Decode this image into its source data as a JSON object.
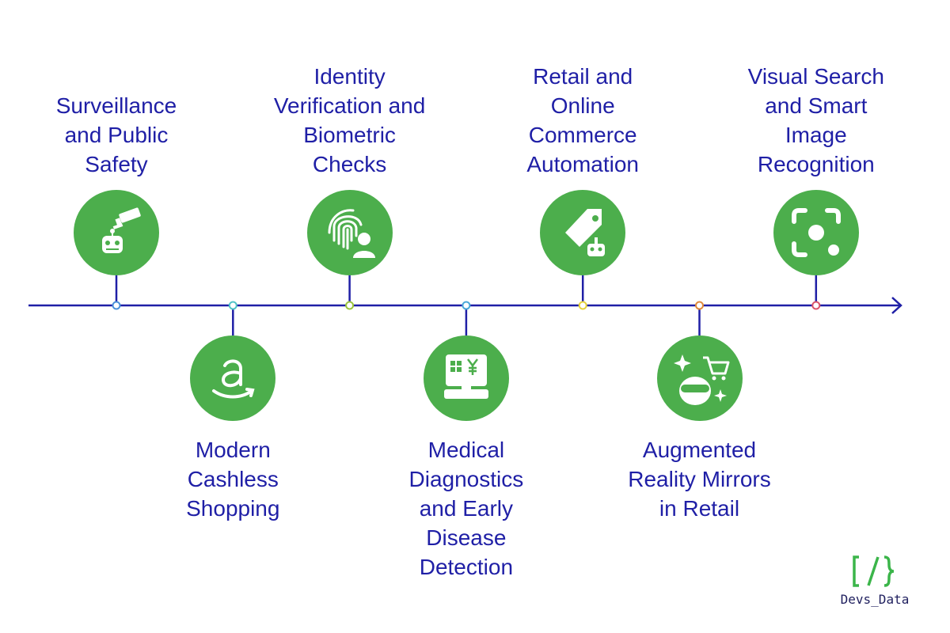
{
  "colors": {
    "line": "#1f1fa6",
    "circle": "#4cae4c",
    "text": "#1f1fa6",
    "logo_green": "#3bb54a",
    "logo_text": "#1f1f5e"
  },
  "milestones": [
    {
      "label": "Surveillance\nand Public\nSafety",
      "position": "top",
      "icon": "cctv-robot-icon",
      "node_color": "#4a90d9"
    },
    {
      "label": "Modern\nCashless\nShopping",
      "position": "bottom",
      "icon": "amazon-icon",
      "node_color": "#4fc3c8"
    },
    {
      "label": "Identity\nVerification and\nBiometric\nChecks",
      "position": "top",
      "icon": "fingerprint-user-icon",
      "node_color": "#9bc53d"
    },
    {
      "label": "Medical\nDiagnostics\nand Early\nDisease\nDetection",
      "position": "bottom",
      "icon": "medical-terminal-icon",
      "node_color": "#4aa8d9"
    },
    {
      "label": "Retail and\nOnline\nCommerce\nAutomation",
      "position": "top",
      "icon": "price-tag-robot-icon",
      "node_color": "#e6d23a"
    },
    {
      "label": "Augmented\nReality Mirrors\nin Retail",
      "position": "bottom",
      "icon": "ar-headset-cart-icon",
      "node_color": "#e08a3a"
    },
    {
      "label": "Visual Search\nand Smart\nImage\nRecognition",
      "position": "top",
      "icon": "focus-scan-icon",
      "node_color": "#d9536a"
    }
  ],
  "logo": {
    "mark": "[/}",
    "text": "Devs_Data"
  }
}
